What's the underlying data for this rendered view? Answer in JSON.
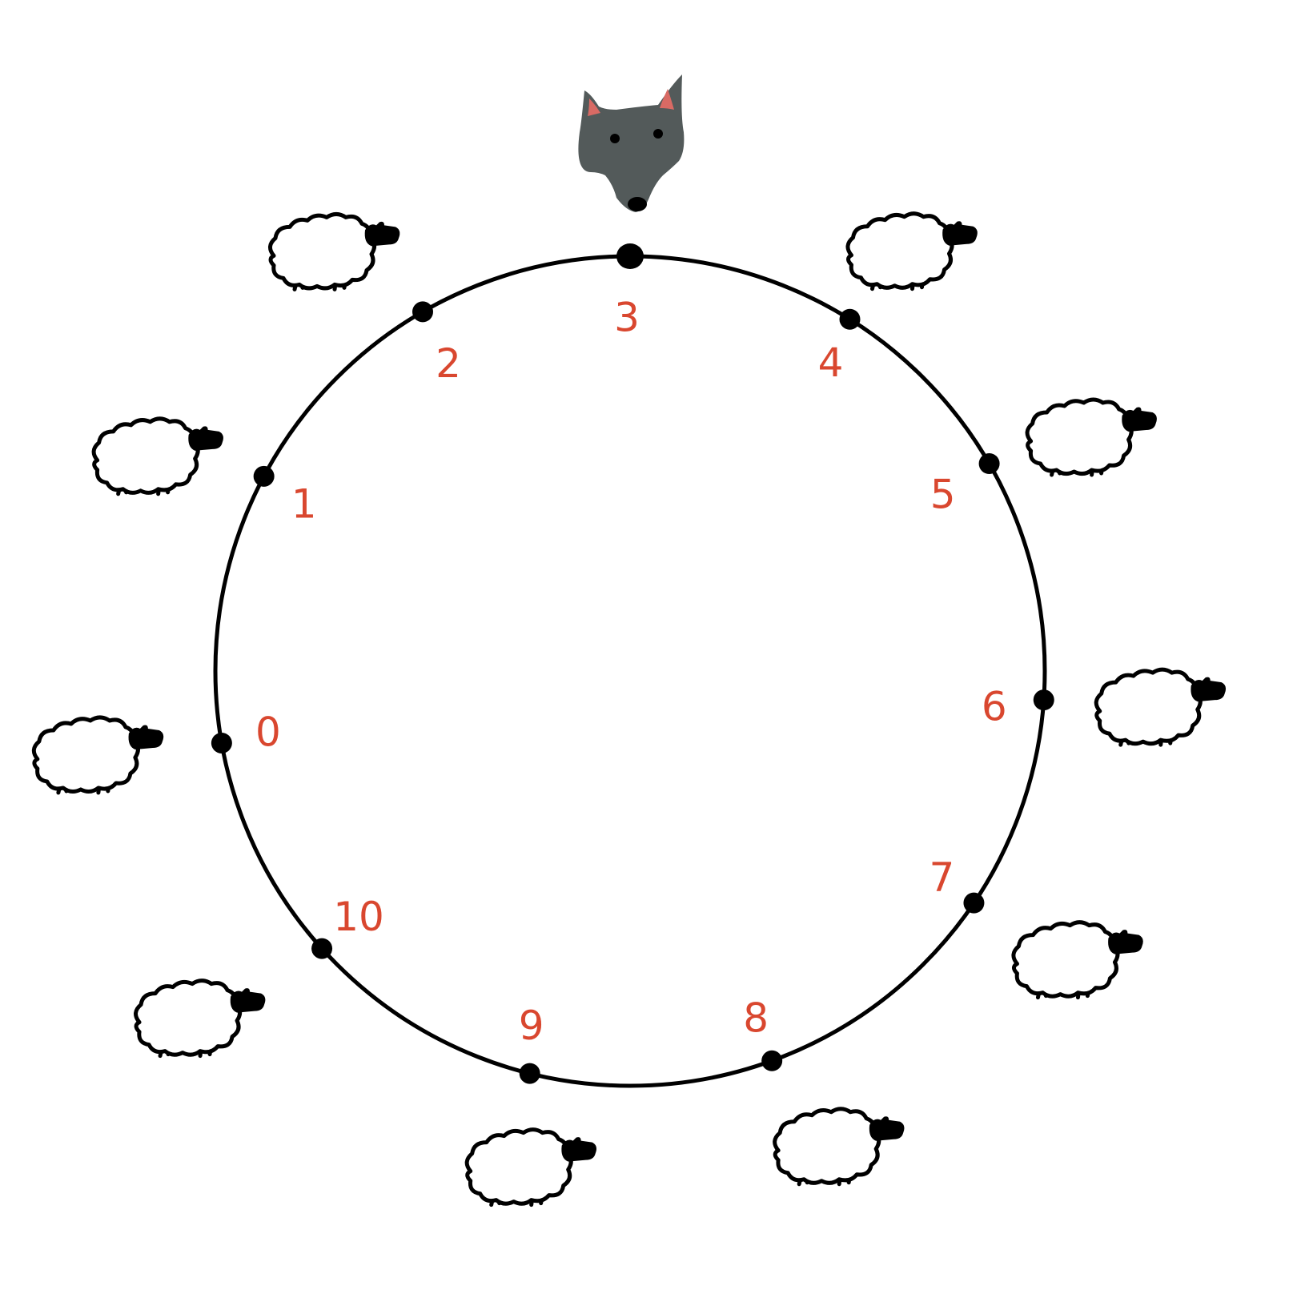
{
  "diagram": {
    "center_label": "",
    "positions": [
      {
        "label": "0",
        "occupant": "sheep"
      },
      {
        "label": "1",
        "occupant": "sheep"
      },
      {
        "label": "2",
        "occupant": "sheep"
      },
      {
        "label": "3",
        "occupant": "wolf"
      },
      {
        "label": "4",
        "occupant": "sheep"
      },
      {
        "label": "5",
        "occupant": "sheep"
      },
      {
        "label": "6",
        "occupant": "sheep"
      },
      {
        "label": "7",
        "occupant": "sheep"
      },
      {
        "label": "8",
        "occupant": "sheep"
      },
      {
        "label": "9",
        "occupant": "sheep"
      },
      {
        "label": "10",
        "occupant": "sheep"
      }
    ]
  },
  "colors": {
    "label": "#d9472f",
    "line": "#000000",
    "wolf_fur": "#535a5a",
    "wolf_ear": "#d86a64",
    "sheep_wool": "#ffffff"
  },
  "icons": {
    "wolf": "wolf-head-icon",
    "sheep": "sheep-icon",
    "node": "position-dot"
  }
}
